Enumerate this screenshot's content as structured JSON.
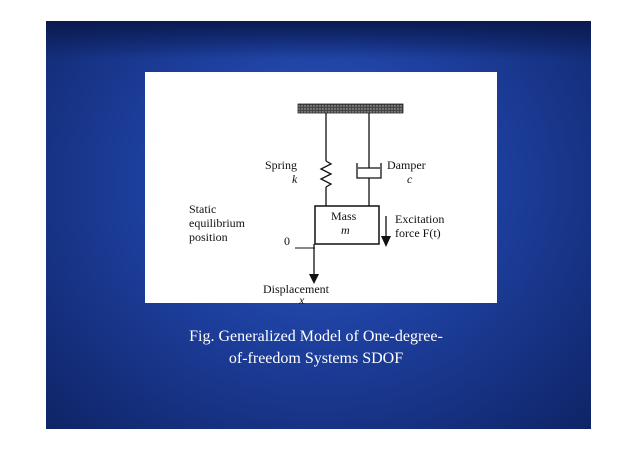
{
  "diagram": {
    "labels": {
      "spring": "Spring",
      "spring_symbol": "k",
      "damper": "Damper",
      "damper_symbol": "c",
      "mass": "Mass",
      "mass_symbol": "m",
      "excitation": "Excitation",
      "force": "force F(t)",
      "static_line1": "Static",
      "static_line2": "equilibrium",
      "static_line3": "position",
      "zero": "0",
      "displacement": "Displacement",
      "displacement_symbol": "x"
    }
  },
  "caption": {
    "line1": "Fig. Generalized Model of One-degree-",
    "line2": "of-freedom Systems SDOF"
  },
  "colors": {
    "slide_background": "#1d3f9e",
    "caption_text": "#ffffff"
  }
}
